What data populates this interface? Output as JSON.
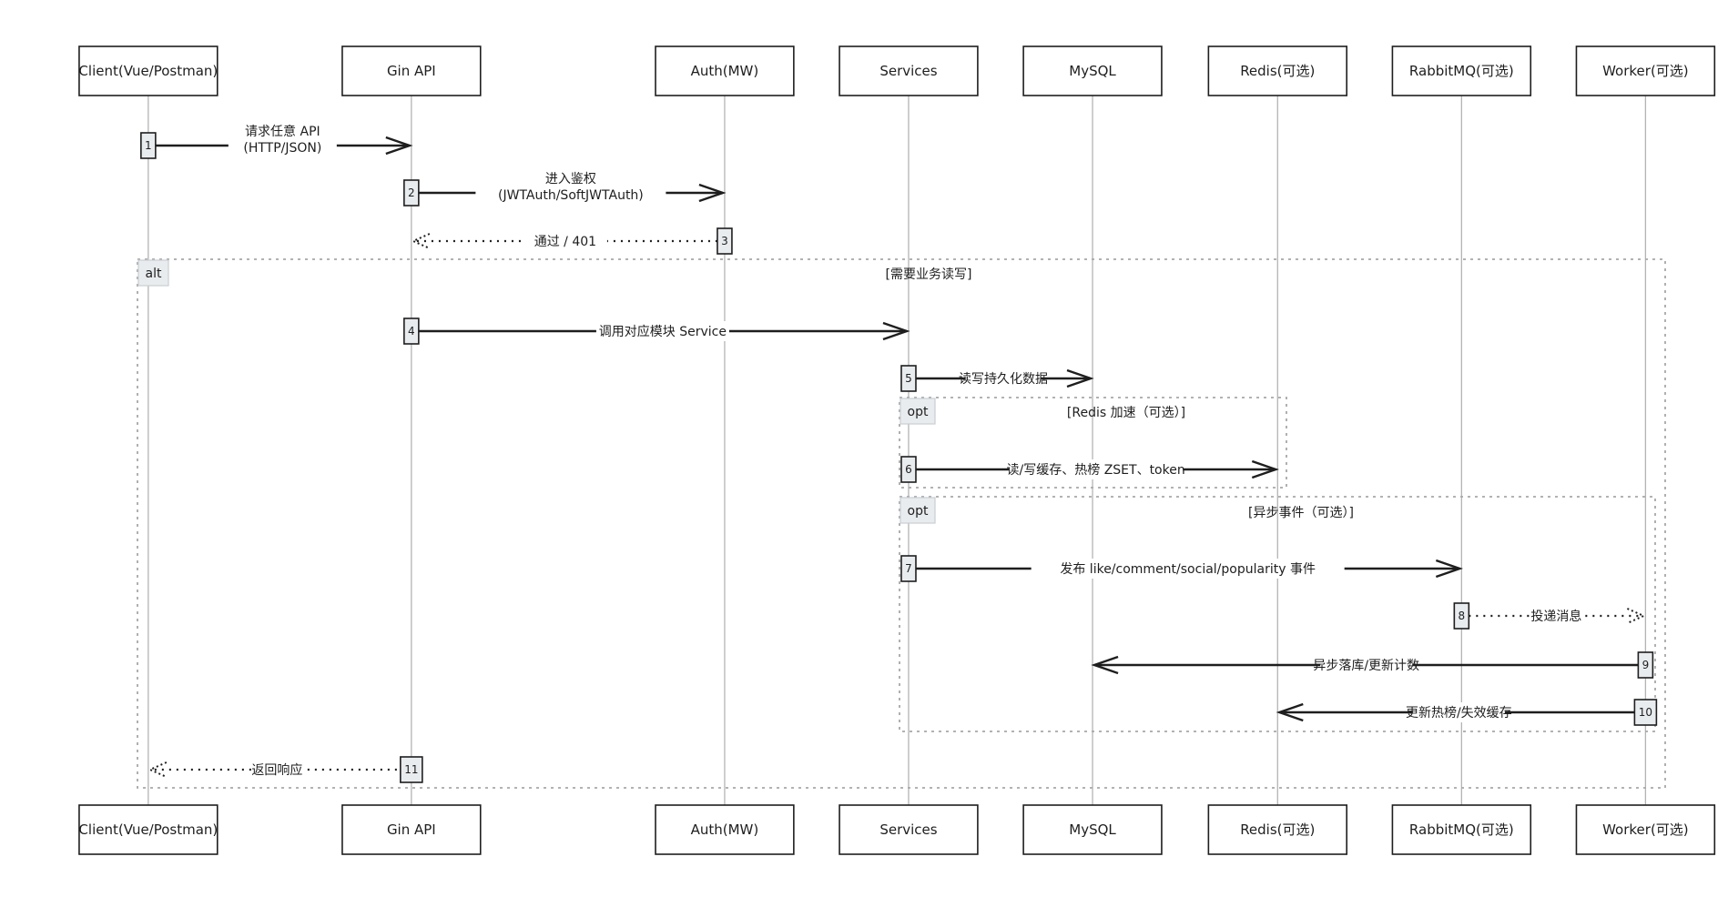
{
  "participants": [
    {
      "id": "client",
      "label": "Client(Vue/Postman)"
    },
    {
      "id": "gin",
      "label": "Gin API"
    },
    {
      "id": "auth",
      "label": "Auth(MW)"
    },
    {
      "id": "services",
      "label": "Services"
    },
    {
      "id": "mysql",
      "label": "MySQL"
    },
    {
      "id": "redis",
      "label": "Redis(可选)"
    },
    {
      "id": "rabbitmq",
      "label": "RabbitMQ(可选)"
    },
    {
      "id": "worker",
      "label": "Worker(可选)"
    }
  ],
  "messages": [
    {
      "number": "1",
      "from": "client",
      "to": "gin",
      "style": "solid",
      "lines": [
        "请求任意 API",
        "(HTTP/JSON)"
      ]
    },
    {
      "number": "2",
      "from": "gin",
      "to": "auth",
      "style": "solid",
      "lines": [
        "进入鉴权",
        "(JWTAuth/SoftJWTAuth)"
      ]
    },
    {
      "number": "3",
      "from": "auth",
      "to": "gin",
      "style": "dashed",
      "lines": [
        "通过 / 401"
      ]
    },
    {
      "number": "4",
      "from": "gin",
      "to": "services",
      "style": "solid",
      "lines": [
        "调用对应模块 Service"
      ]
    },
    {
      "number": "5",
      "from": "services",
      "to": "mysql",
      "style": "solid",
      "lines": [
        "读写持久化数据"
      ]
    },
    {
      "number": "6",
      "from": "services",
      "to": "redis",
      "style": "solid",
      "lines": [
        "读/写缓存、热榜 ZSET、token"
      ]
    },
    {
      "number": "7",
      "from": "services",
      "to": "rabbitmq",
      "style": "solid",
      "lines": [
        "发布 like/comment/social/popularity 事件"
      ]
    },
    {
      "number": "8",
      "from": "rabbitmq",
      "to": "worker",
      "style": "dashed",
      "lines": [
        "投递消息"
      ]
    },
    {
      "number": "9",
      "from": "worker",
      "to": "mysql",
      "style": "solid",
      "lines": [
        "异步落库/更新计数"
      ]
    },
    {
      "number": "10",
      "from": "worker",
      "to": "redis",
      "style": "solid",
      "lines": [
        "更新热榜/失效缓存"
      ]
    },
    {
      "number": "11",
      "from": "gin",
      "to": "client",
      "style": "dashed",
      "lines": [
        "返回响应"
      ]
    }
  ],
  "frames": [
    {
      "type": "alt",
      "condition": "[需要业务读写]"
    },
    {
      "type": "opt",
      "condition": "[Redis 加速（可选）]"
    },
    {
      "type": "opt",
      "condition": "[异步事件（可选）]"
    }
  ]
}
